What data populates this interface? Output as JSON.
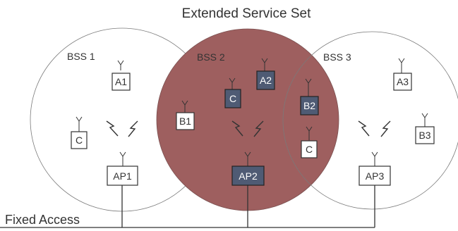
{
  "title": "Extended Service Set",
  "bss_labels": {
    "bss1": "BSS 1",
    "bss2": "BSS 2",
    "bss3": "BSS 3"
  },
  "bottom_label": "Fixed Access",
  "nodes": {
    "a1": "A1",
    "a2": "A2",
    "a3": "A3",
    "b1": "B1",
    "b2": "B2",
    "b3": "B3",
    "c_bss1": "C",
    "c_bss2": "C",
    "c_bss3": "C",
    "ap1": "AP1",
    "ap2": "AP2",
    "ap3": "AP3"
  },
  "colors": {
    "bss2_fill": "#9e5f5f",
    "highlight_node": "#4f5b74",
    "line": "#333333"
  }
}
